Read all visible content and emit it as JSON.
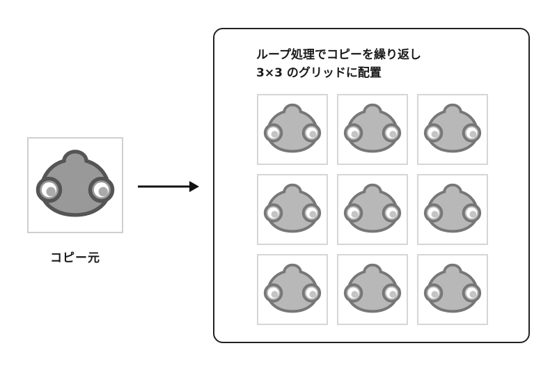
{
  "source": {
    "label": "コピー元",
    "icon": "alien-blob-icon"
  },
  "panel": {
    "title_line1": "ループ処理でコピーを繰り返し",
    "title_line2": "3×3 のグリッドに配置",
    "grid_rows": 3,
    "grid_cols": 3,
    "icon": "alien-blob-icon"
  },
  "colors": {
    "source_fill": "#999999",
    "source_stroke": "#555555",
    "copy_fill": "#b8b8b8",
    "copy_stroke": "#777777",
    "frame_border": "#cfcfcf",
    "panel_border": "#222222"
  }
}
